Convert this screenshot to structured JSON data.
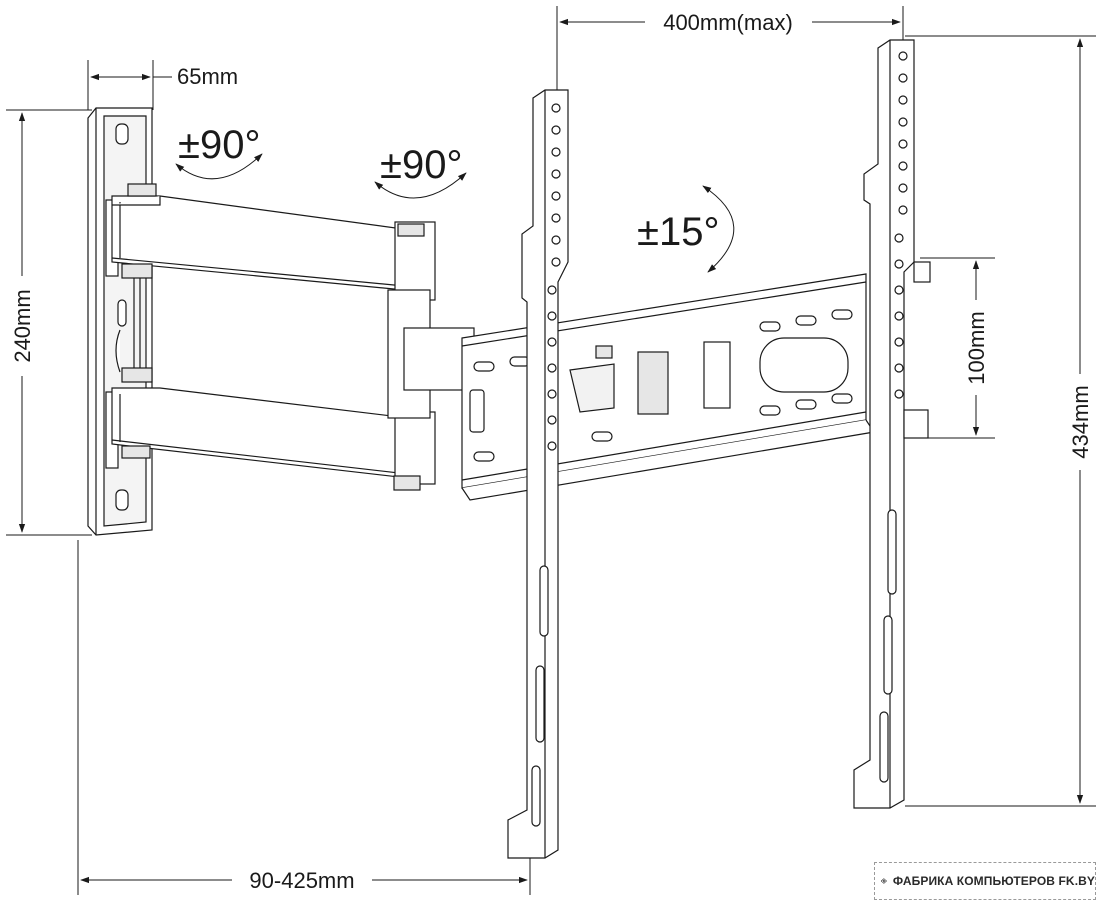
{
  "dimensions": {
    "wall_plate_depth": "65mm",
    "tv_bracket_width": "400mm(max)",
    "wall_plate_height": "240mm",
    "tv_bracket_height": "434mm",
    "vesa_vertical": "100mm",
    "extension": "90-425mm"
  },
  "rotations": {
    "wall_swivel": "±90°",
    "arm_swivel": "±90°",
    "tilt": "±15°"
  },
  "logo": {
    "text": "ФАБРИКА КОМПЬЮТЕРОВ FK.BY"
  },
  "colors": {
    "line": "#1a1a1a",
    "fill": "#ffffff",
    "shade": "#e6e6e6"
  }
}
